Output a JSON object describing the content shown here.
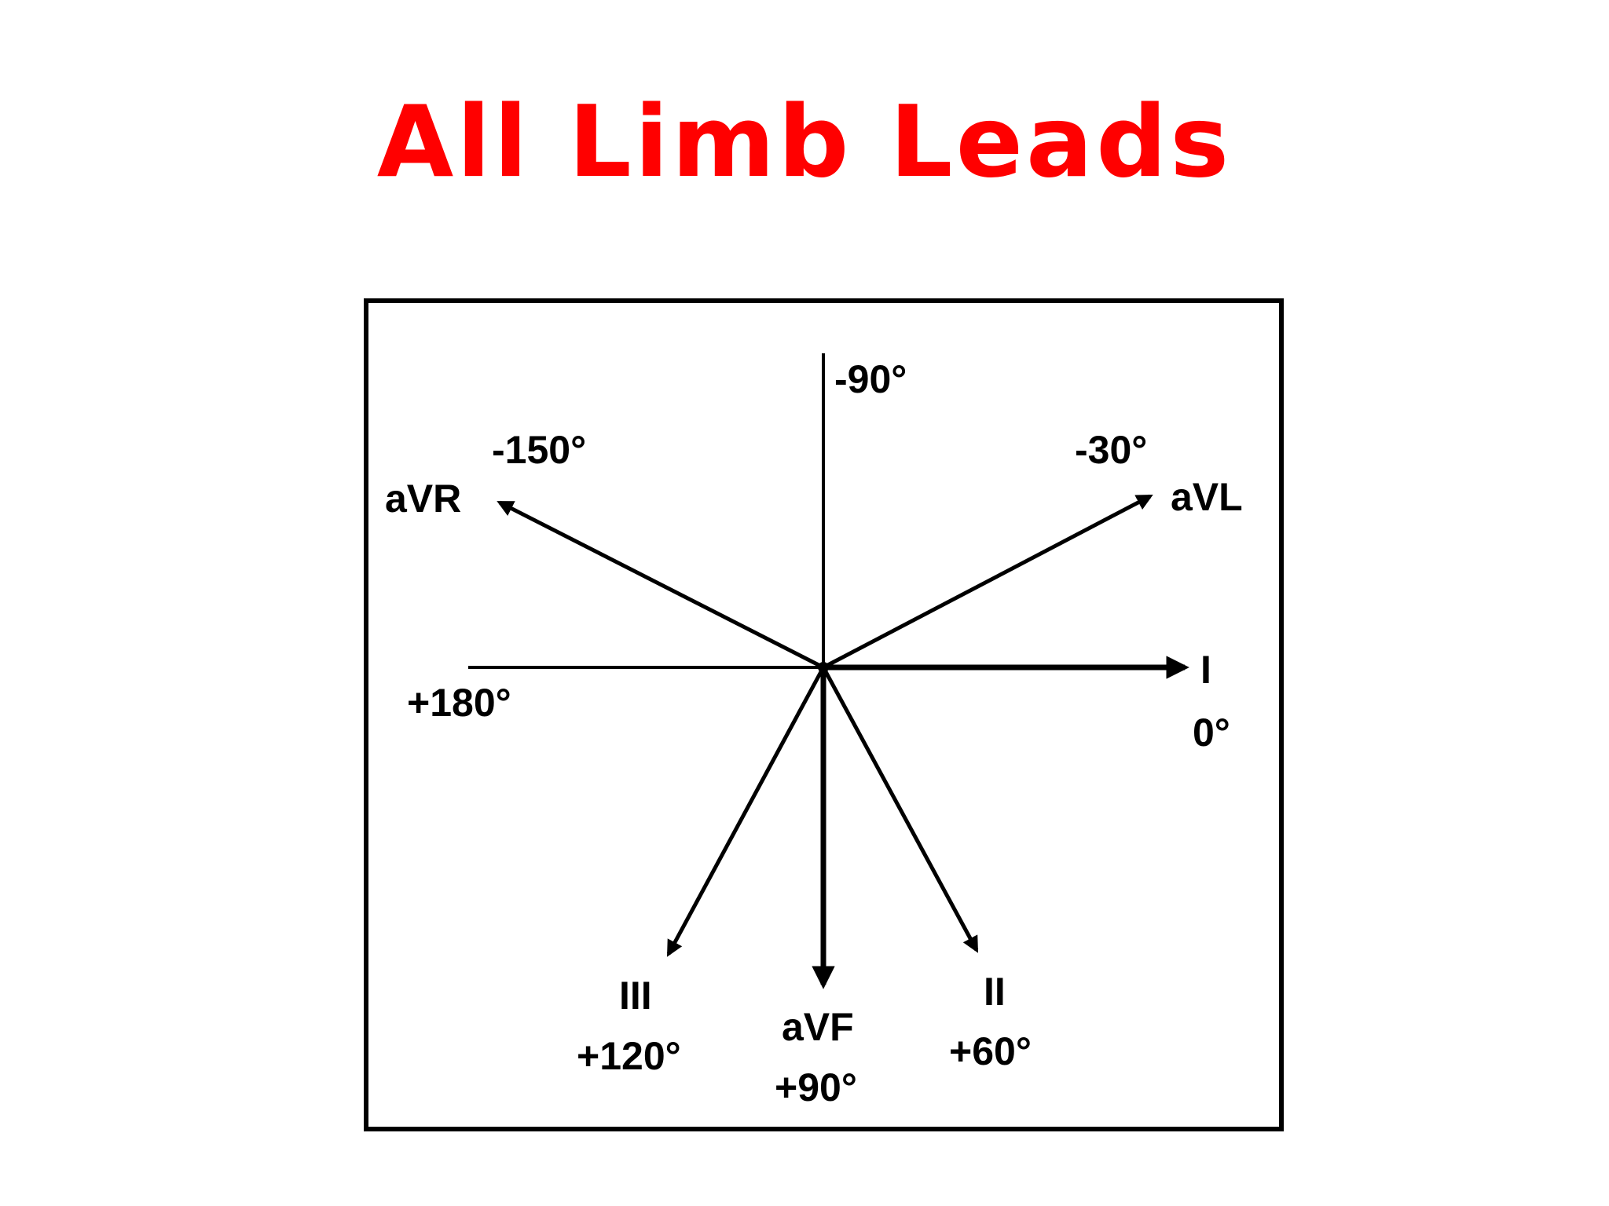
{
  "title": "All Limb Leads",
  "colors": {
    "title": "#ff0000",
    "lines": "#000000",
    "background": "#ffffff"
  },
  "axes": {
    "vertical_top_label": "-90°",
    "horizontal_left_label": "+180°"
  },
  "leads": [
    {
      "name": "I",
      "angle_label": "0°",
      "angle_deg": 0
    },
    {
      "name": "aVL",
      "angle_label": "-30°",
      "angle_deg": -30
    },
    {
      "name": "II",
      "angle_label": "+60°",
      "angle_deg": 60
    },
    {
      "name": "aVF",
      "angle_label": "+90°",
      "angle_deg": 90
    },
    {
      "name": "III",
      "angle_label": "+120°",
      "angle_deg": 120
    },
    {
      "name": "aVR",
      "angle_label": "-150°",
      "angle_deg": -150
    }
  ]
}
